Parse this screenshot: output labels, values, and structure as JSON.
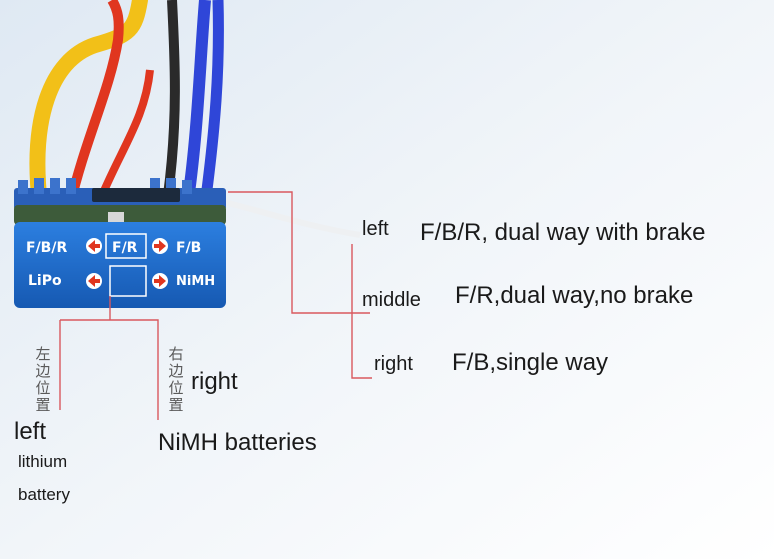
{
  "photo": {
    "subject": "brushed ESC module",
    "case_color": "#1f6fd0",
    "wire_colors": {
      "yellow": "#f2c018",
      "red": "#e0361f",
      "black": "#2a2a2a",
      "blue": "#2f46d8"
    },
    "arrow_color": "#e0361f",
    "case_labels": {
      "top_left": "F/B/R",
      "top_middle": "F/R",
      "top_right": "F/B",
      "bottom_left": "LiPo",
      "bottom_right": "NiMH"
    }
  },
  "switch_modes": {
    "left": {
      "position": "left",
      "description": "F/B/R, dual way with brake"
    },
    "middle": {
      "position": "middle",
      "description": "F/R,dual way,no brake"
    },
    "right": {
      "position": "right",
      "description": "F/B,single way"
    }
  },
  "battery_jumper": {
    "left": {
      "cn_label": "左边位置",
      "position": "left",
      "line1": "lithium",
      "line2": "battery"
    },
    "right": {
      "cn_label": "右边位置",
      "position": "right",
      "line1": "NiMH batteries"
    }
  },
  "colors": {
    "leader_line": "#d9585e",
    "text": "#1a1a1a"
  }
}
